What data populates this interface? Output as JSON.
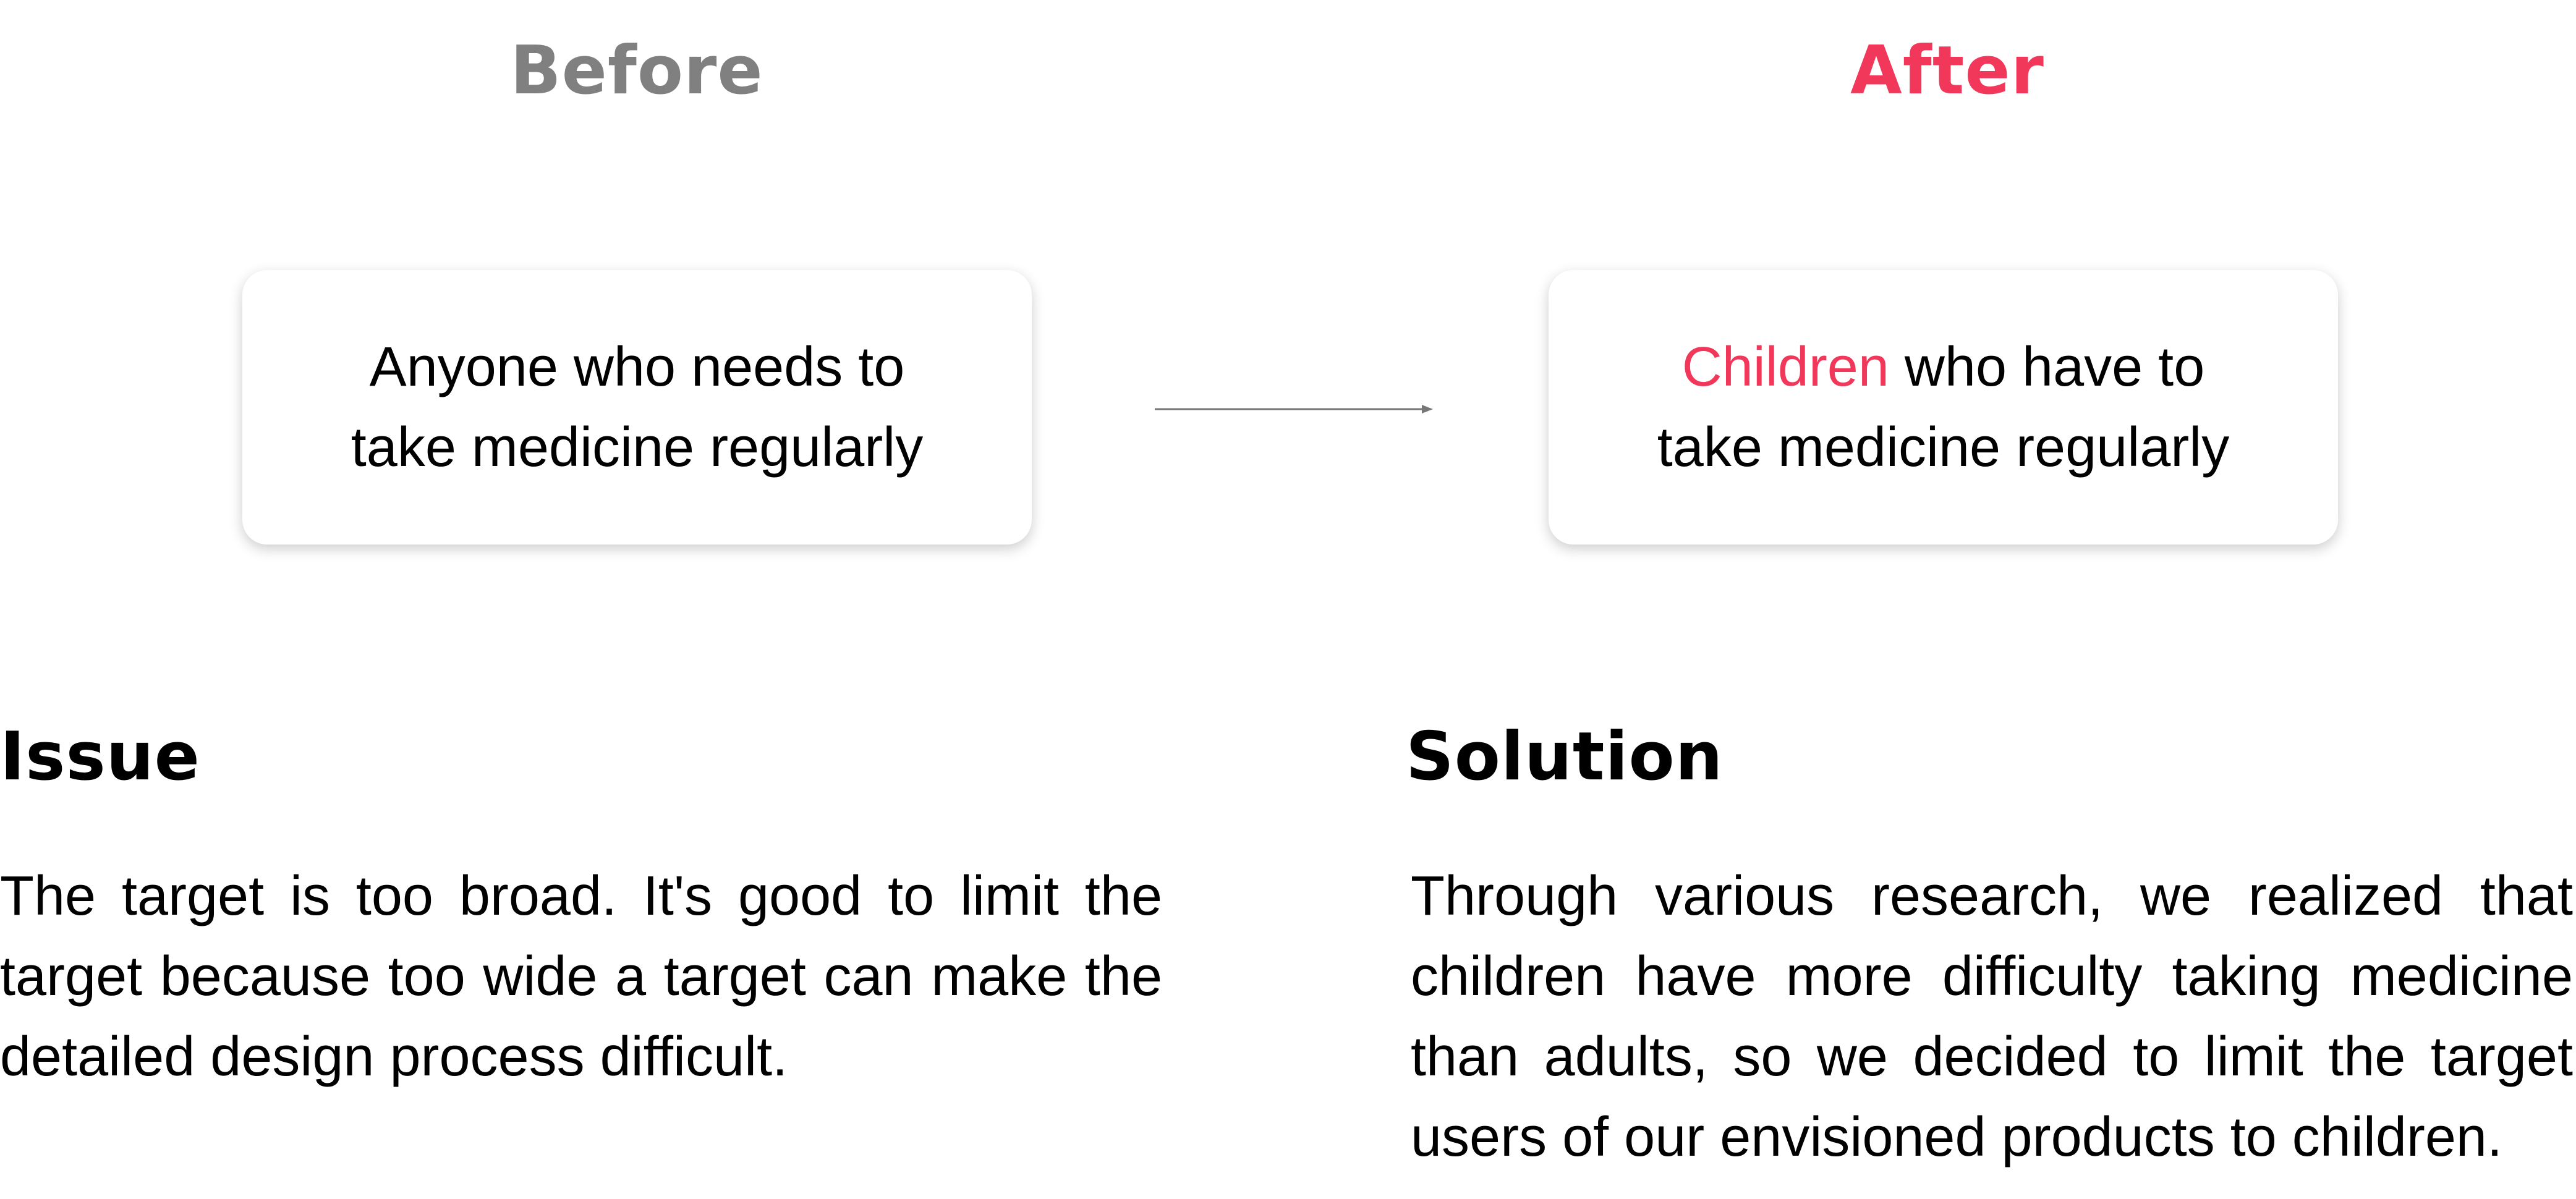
{
  "colors": {
    "accent": "#F2385A",
    "muted": "#808080",
    "text": "#000000",
    "arrow": "#777777"
  },
  "before": {
    "title": "Before",
    "card_line1": "Anyone who needs to",
    "card_line2": "take medicine regularly"
  },
  "after": {
    "title": "After",
    "card_highlight": "Children",
    "card_line1_rest": " who have to",
    "card_line2": "take medicine regularly"
  },
  "issue": {
    "title": "Issue",
    "body": "The target is too broad. It's good to limit the target because too wide a target can make the detailed design process difficult."
  },
  "solution": {
    "title": "Solution",
    "body": "Through various research, we realized that children have more difficulty taking medicine than adults, so we decided to limit the target users of our envisioned products to children."
  },
  "icons": {
    "arrow": "arrow-right-icon"
  }
}
